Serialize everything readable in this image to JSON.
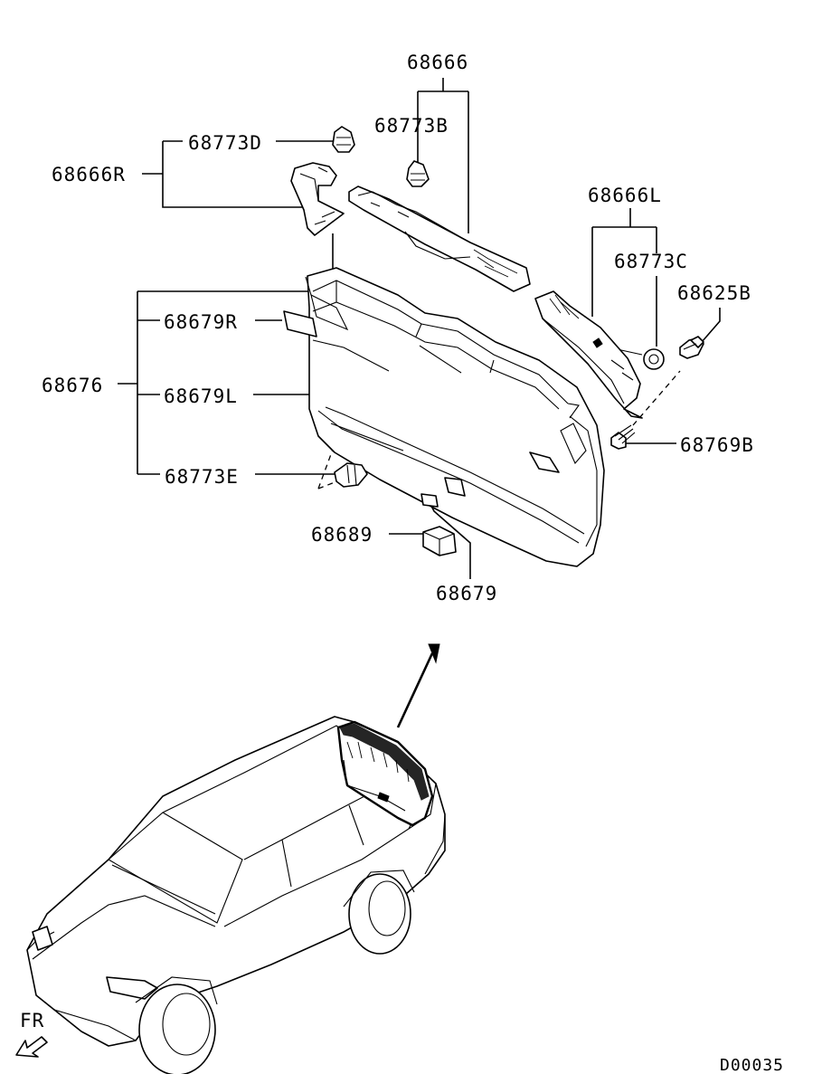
{
  "labels": {
    "p68666": "68666",
    "p68773B": "68773B",
    "p68773D": "68773D",
    "p68666R": "68666R",
    "p68666L": "68666L",
    "p68773C": "68773C",
    "p68625B": "68625B",
    "p68679R": "68679R",
    "p68676": "68676",
    "p68679L": "68679L",
    "p68769B": "68769B",
    "p68773E": "68773E",
    "p68689": "68689",
    "p68679": "68679",
    "fr": "FR",
    "code": "D00035"
  }
}
